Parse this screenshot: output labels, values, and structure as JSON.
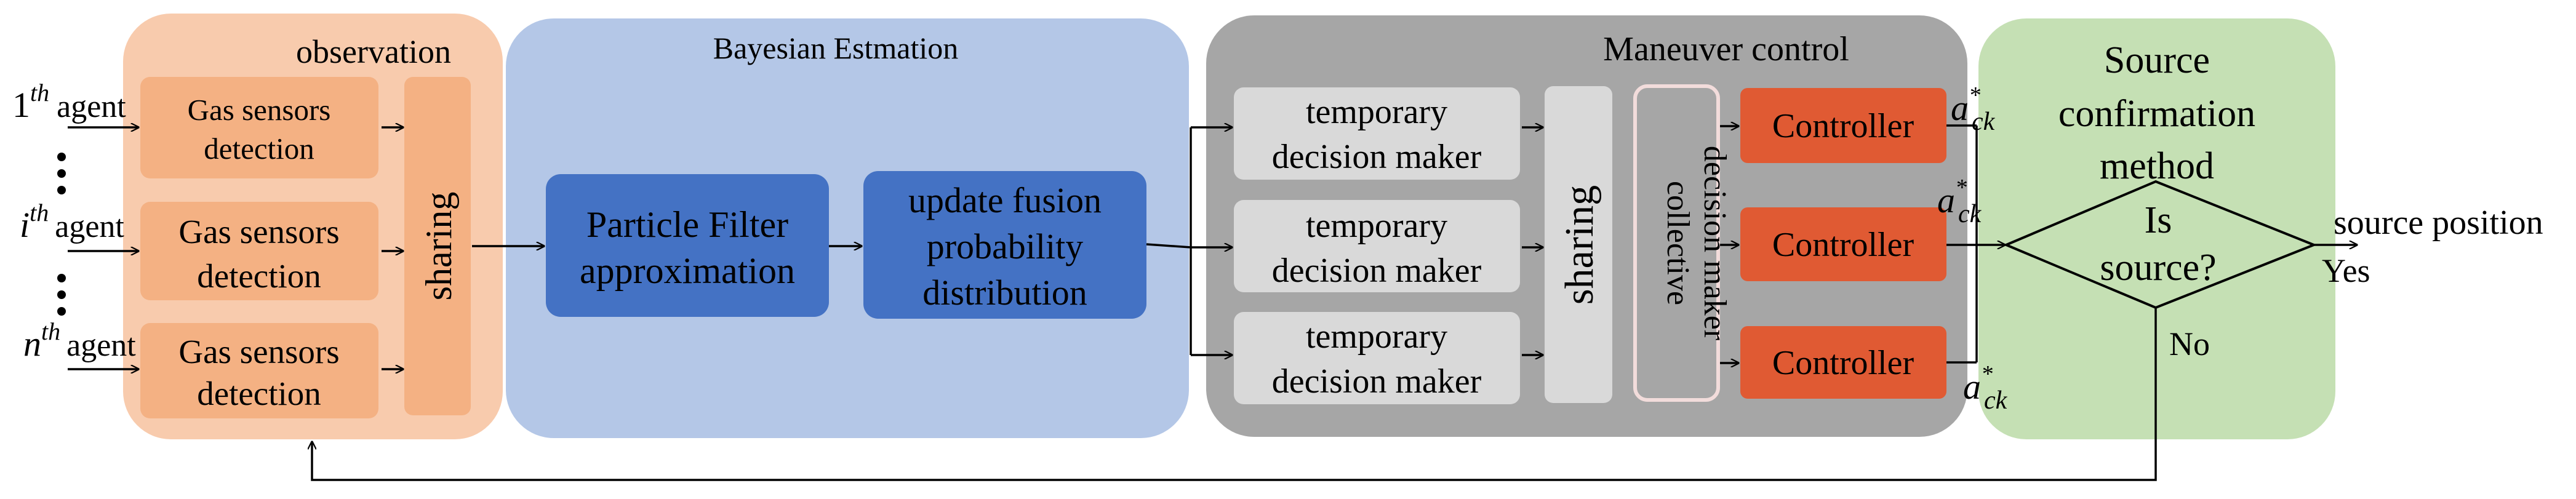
{
  "colors": {
    "observation_panel": "#F8CBAD",
    "observation_box": "#F4B183",
    "bayes_panel": "#B4C7E7",
    "bayes_box": "#4472C4",
    "maneuver_panel": "#A6A6A6",
    "maneuver_box": "#D9D9D9",
    "controller_box": "#E05A33",
    "source_panel": "#C5E0B4",
    "line": "#000000"
  },
  "agents": [
    {
      "base": "1",
      "sup": "th",
      "word": "agent"
    },
    {
      "base": "i",
      "sup": "th",
      "word": "agent"
    },
    {
      "base": "n",
      "sup": "th",
      "word": "agent"
    }
  ],
  "observation": {
    "title": "observation",
    "sensor_line1": "Gas sensors",
    "sensor_line2": "detection",
    "sharing": "sharing"
  },
  "bayes": {
    "title": "Bayesian Estmation",
    "pf_line1": "Particle Filter",
    "pf_line2": "approximation",
    "upd_line1": "update fusion",
    "upd_line2": "probability",
    "upd_line3": "distribution"
  },
  "maneuver": {
    "title": "Maneuver control",
    "temp_line1": "temporary",
    "temp_line2": "decision maker",
    "sharing": "sharing",
    "collective_line1": "collective",
    "collective_line2": "decision maker",
    "controller": "Controller",
    "action_base": "a",
    "action_sup": "*",
    "action_sub": "ck"
  },
  "source": {
    "title_line1": "Source",
    "title_line2": "confirmation",
    "title_line3": "method",
    "decision_line1": "Is",
    "decision_line2": "source?",
    "yes": "Yes",
    "no": "No",
    "output": "source position"
  }
}
